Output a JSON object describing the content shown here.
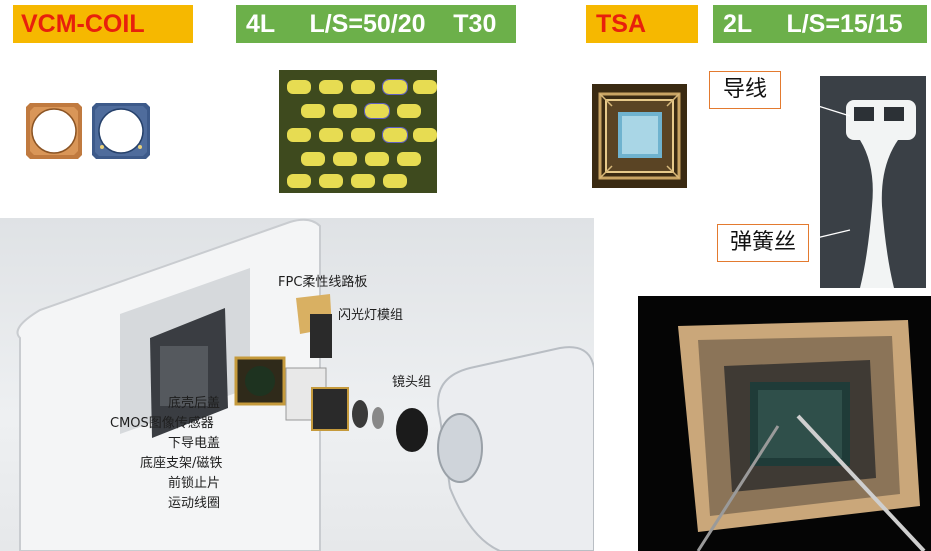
{
  "tags": {
    "vcm_coil": "VCM-COIL",
    "fpc_4l": "4L     L/S=50/20    T30",
    "tsa": "TSA",
    "fpc_2l": "2L     L/S=15/15"
  },
  "callouts": {
    "lead_wire": "导线",
    "spring_wire": "弹簧丝"
  },
  "exploded_labels": {
    "fpc": "FPC柔性线路板",
    "flash": "闪光灯模组",
    "lens": "镜头组",
    "back_cover": "底壳后盖",
    "cmos": "CMOS图像传感器",
    "lower_cover": "下导电盖",
    "base": "底座支架/磁铁",
    "stopper": "前锁止片",
    "coil": "运动线圈"
  },
  "colors": {
    "tag_yellow": "#f6b800",
    "tag_red_text": "#e8200c",
    "tag_green": "#6cb04a",
    "callout_border": "#e37a2f"
  }
}
